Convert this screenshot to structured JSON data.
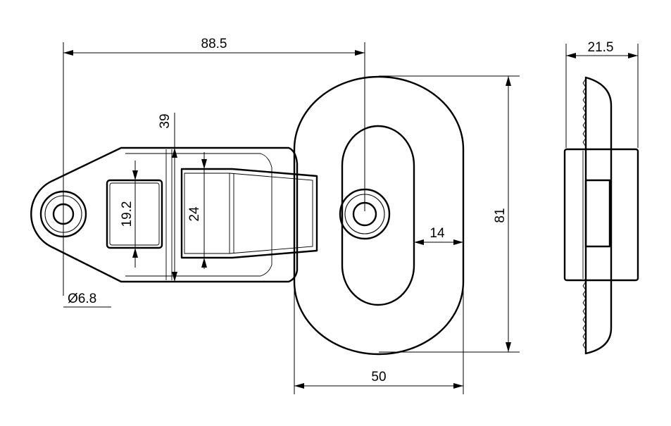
{
  "drawing": {
    "dimensions": {
      "overall_length": "88.5",
      "bracket_height": "39",
      "window_height": "19.2",
      "slot_height": "24",
      "hole_diameter": "Ø6.8",
      "ring_band_width": "14",
      "ring_height": "81",
      "ring_width": "50",
      "side_depth": "21.5"
    }
  }
}
